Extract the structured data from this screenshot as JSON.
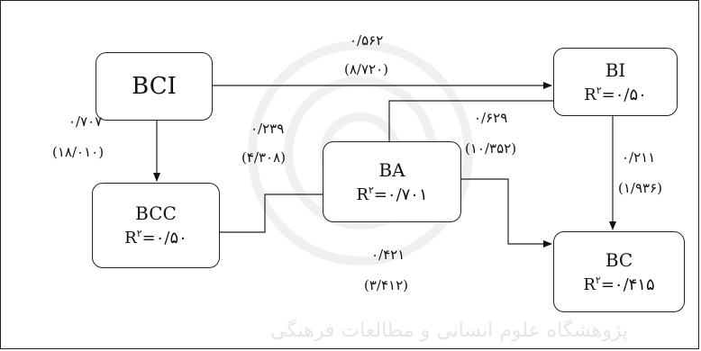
{
  "nodes": {
    "bci": {
      "name": "BCI"
    },
    "bi": {
      "name": "BI",
      "r2_label": "R",
      "r2_sup": "۲",
      "r2_value": "=۰/۵۰"
    },
    "ba": {
      "name": "BA",
      "r2_label": "R",
      "r2_sup": "۲",
      "r2_value": "=۰/۷۰۱"
    },
    "bcc": {
      "name": "BCC",
      "r2_label": "R",
      "r2_sup": "۲",
      "r2_value": "=۰/۵۰"
    },
    "bc": {
      "name": "BC",
      "r2_label": "R",
      "r2_sup": "۲",
      "r2_value": "=۰/۴۱۵"
    }
  },
  "paths": {
    "bci_bi": {
      "coef": "۰/۵۶۲",
      "t": "(۸/۷۲۰)"
    },
    "bci_bcc": {
      "coef": "۰/۷۰۷",
      "t": "(۱۸/۰۱۰)"
    },
    "bci_ba": {
      "coef": "۰/۲۳۹",
      "t": "(۴/۳۰۸)"
    },
    "ba_bi": {
      "coef": "۰/۶۲۹",
      "t": "(۱۰/۳۵۲)"
    },
    "bi_bc": {
      "coef": "۰/۲۱۱",
      "t": "(۱/۹۳۶)"
    },
    "ba_bc": {
      "coef": "۰/۴۲۱",
      "t": "(۳/۴۱۲)"
    }
  },
  "watermark_text": "پژوهشگاه علوم انسانی و مطالعات فرهنگی"
}
